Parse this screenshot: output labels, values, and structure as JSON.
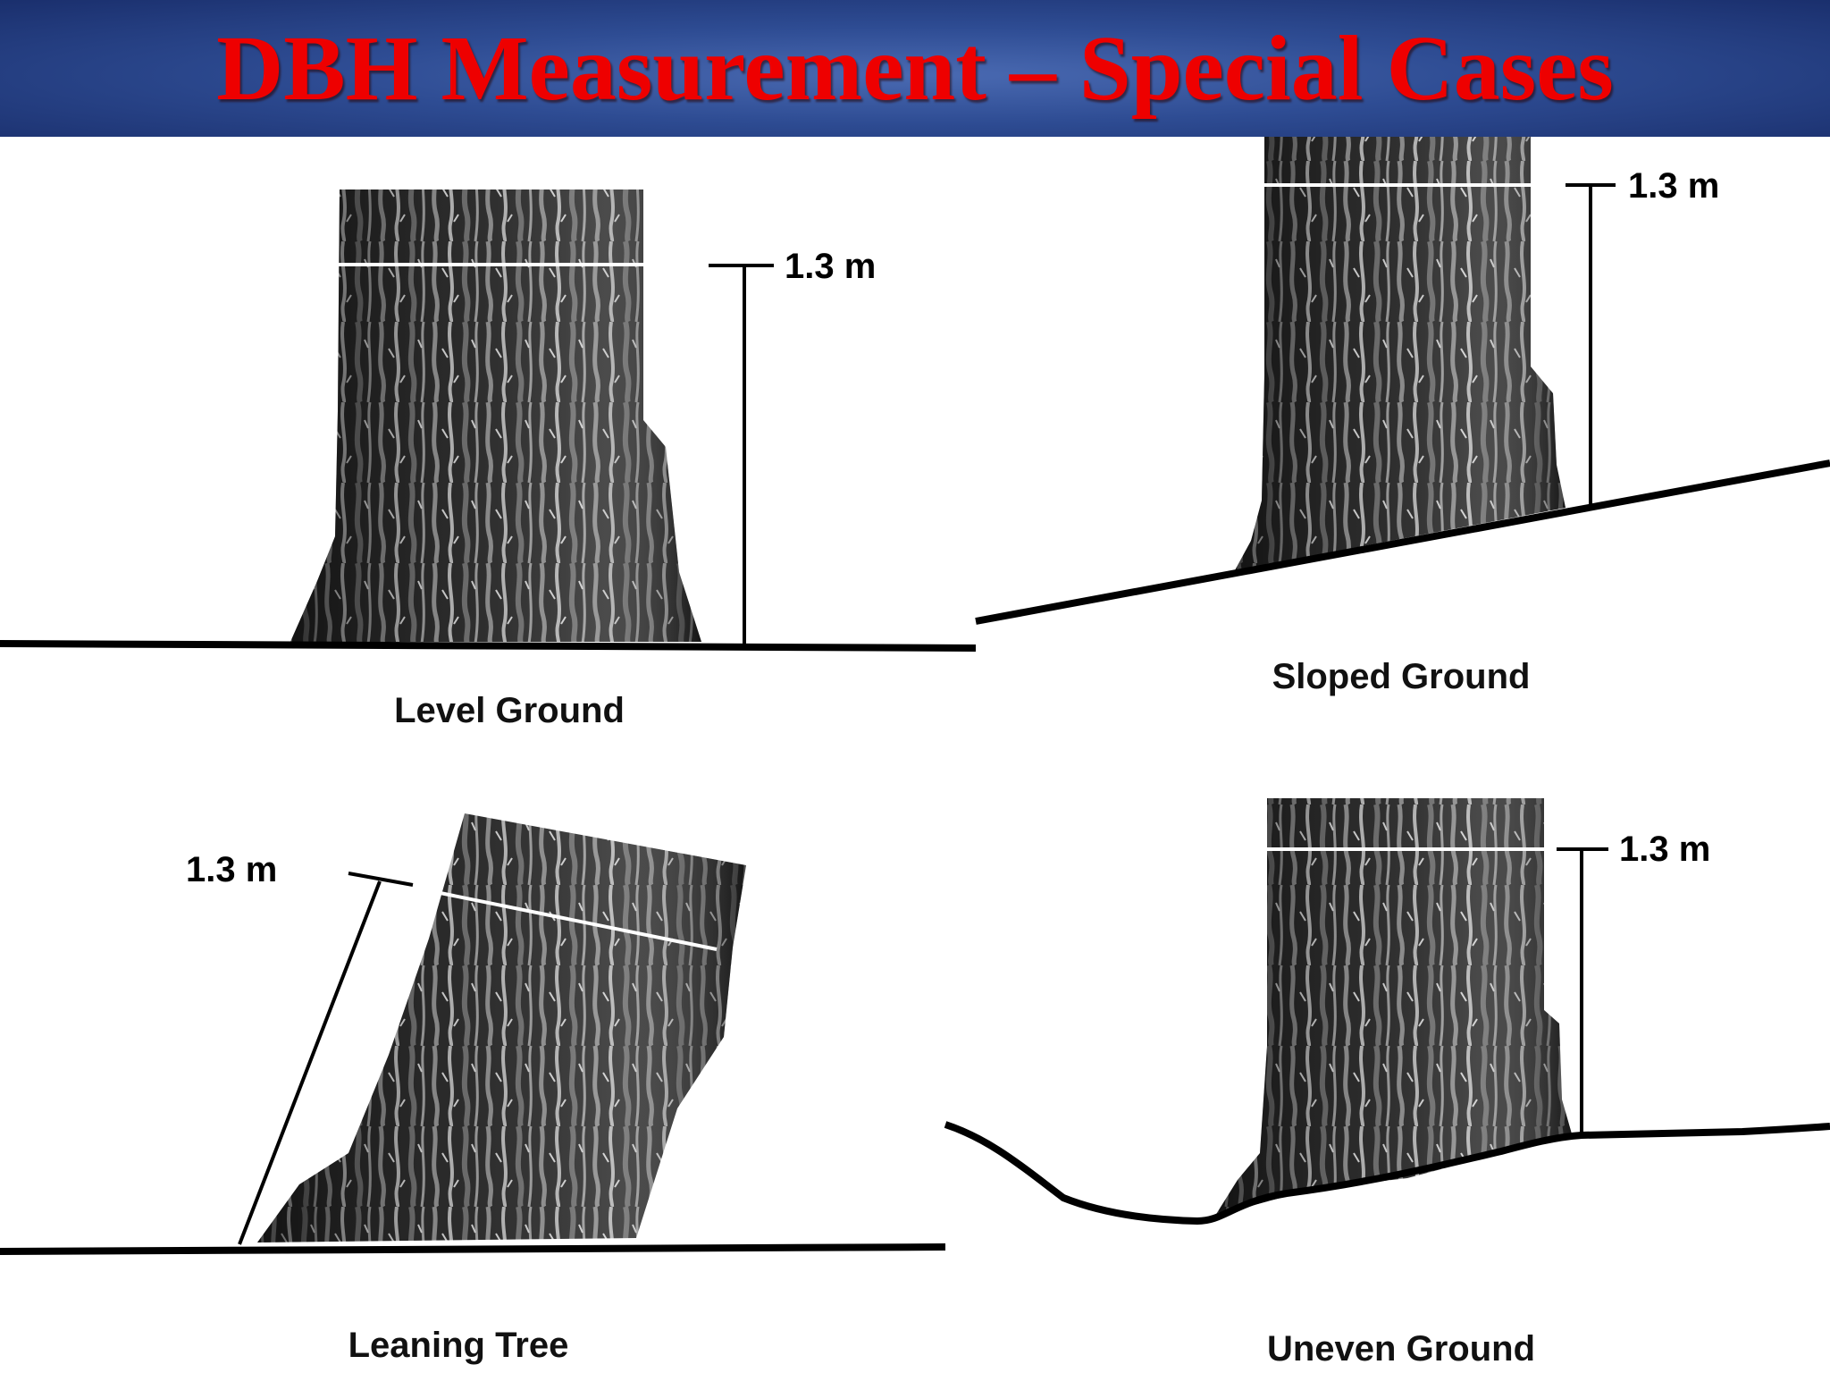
{
  "title": "DBH Measurement – Special Cases",
  "panels": [
    {
      "caption": "Level Ground",
      "height_label": "1.3 m"
    },
    {
      "caption": "Sloped Ground",
      "height_label": "1.3 m"
    },
    {
      "caption": "Leaning Tree",
      "height_label": "1.3 m"
    },
    {
      "caption": "Uneven Ground",
      "height_label": "1.3 m"
    }
  ]
}
